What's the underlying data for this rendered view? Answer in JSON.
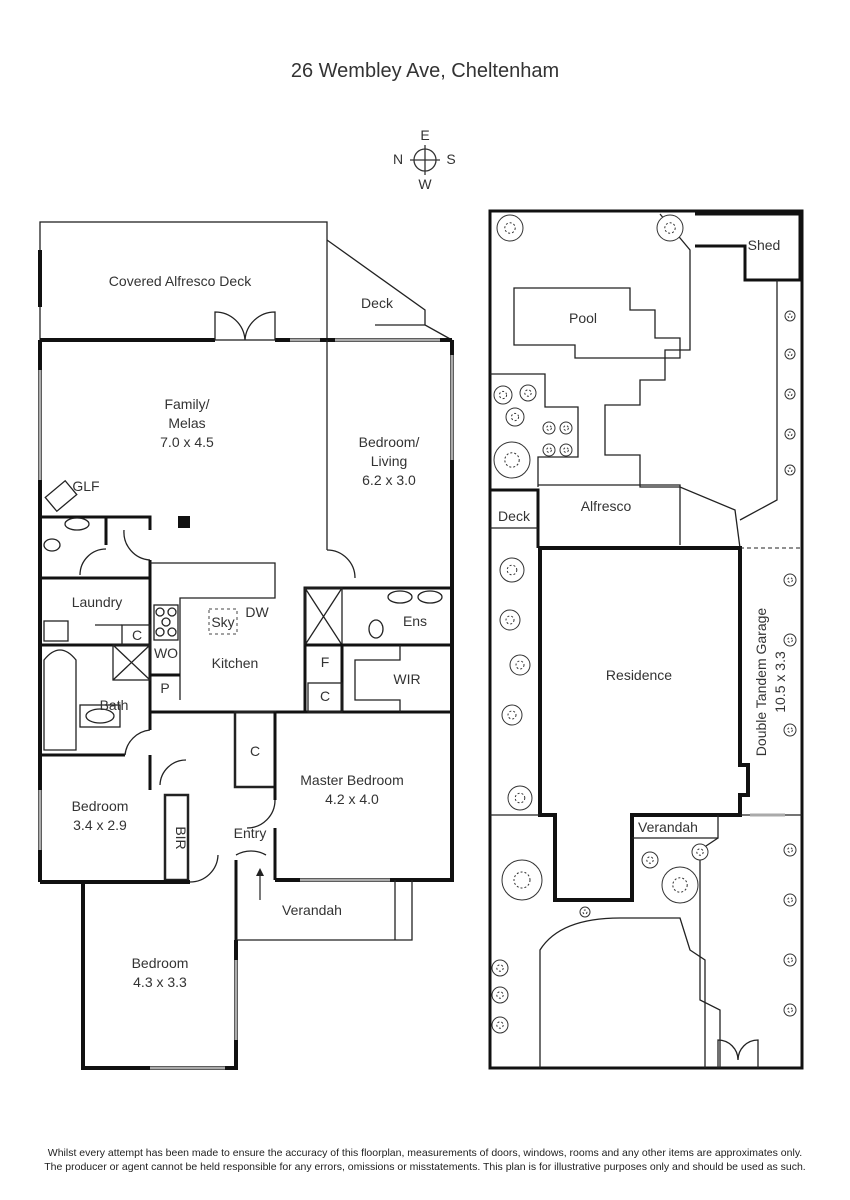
{
  "title": "26 Wembley Ave, Cheltenham",
  "compass": {
    "n": "N",
    "e": "E",
    "s": "S",
    "w": "W"
  },
  "floor_plan": {
    "rooms": [
      {
        "name": "Covered Alfresco Deck"
      },
      {
        "name": "Deck"
      },
      {
        "name": "Family/",
        "name2": "Melas",
        "size": "7.0 x 4.5"
      },
      {
        "name": "Bedroom/",
        "name2": "Living",
        "size": "6.2 x 3.0"
      },
      {
        "name": "GLF"
      },
      {
        "name": "Laundry"
      },
      {
        "name": "C"
      },
      {
        "name": "Sky"
      },
      {
        "name": "DW"
      },
      {
        "name": "Kitchen"
      },
      {
        "name": "WO"
      },
      {
        "name": "P"
      },
      {
        "name": "F"
      },
      {
        "name": "C"
      },
      {
        "name": "Ens"
      },
      {
        "name": "WIR"
      },
      {
        "name": "Bath"
      },
      {
        "name": "C"
      },
      {
        "name": "Master Bedroom",
        "size": "4.2 x 4.0"
      },
      {
        "name": "Bedroom",
        "size": "3.4 x 2.9"
      },
      {
        "name": "BIR"
      },
      {
        "name": "Entry"
      },
      {
        "name": "Verandah"
      },
      {
        "name": "Bedroom",
        "size": "4.3 x 3.3"
      }
    ]
  },
  "site_plan": {
    "labels": [
      "Shed",
      "Pool",
      "Deck",
      "Alfresco",
      "Residence",
      "Double Tandem Garage",
      "10.5 x 3.3",
      "Verandah"
    ]
  },
  "disclaimer": {
    "line1": "Whilst every attempt has been made to ensure the accuracy of this floorplan, measurements of doors, windows, rooms and any other items are approximates only.",
    "line2": "The producer or agent cannot be held responsible for any errors, omissions or misstatements. This plan is for illustrative purposes only and should be used as such."
  }
}
